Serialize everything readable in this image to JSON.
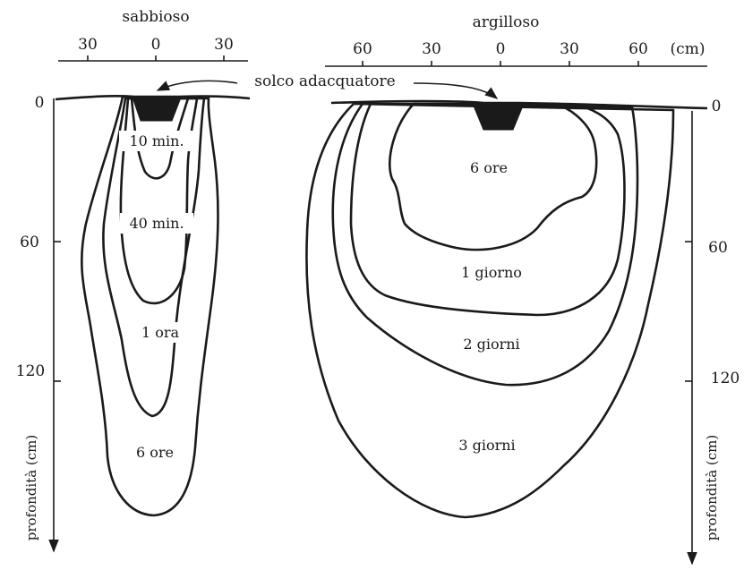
{
  "top_labels": {
    "sandy": "sabbioso",
    "clay": "argilloso",
    "furrow": "solco adacquatore"
  },
  "sandy_axis": {
    "ticks": [
      "30",
      "0",
      "30"
    ]
  },
  "clay_axis": {
    "ticks": [
      "60",
      "30",
      "0",
      "30",
      "60"
    ],
    "unit": "(cm)"
  },
  "depth_axis_left": {
    "ticks": [
      "0",
      "60",
      "120"
    ],
    "label": "profondità (cm)"
  },
  "depth_axis_right": {
    "ticks": [
      "0",
      "60",
      "120"
    ],
    "label": "profondità (cm)"
  },
  "sandy_zones": [
    "10 min.",
    "40 min.",
    "1 ora",
    "6 ore"
  ],
  "clay_zones": [
    "6 ore",
    "1 giorno",
    "2 giorni",
    "3 giorni"
  ]
}
